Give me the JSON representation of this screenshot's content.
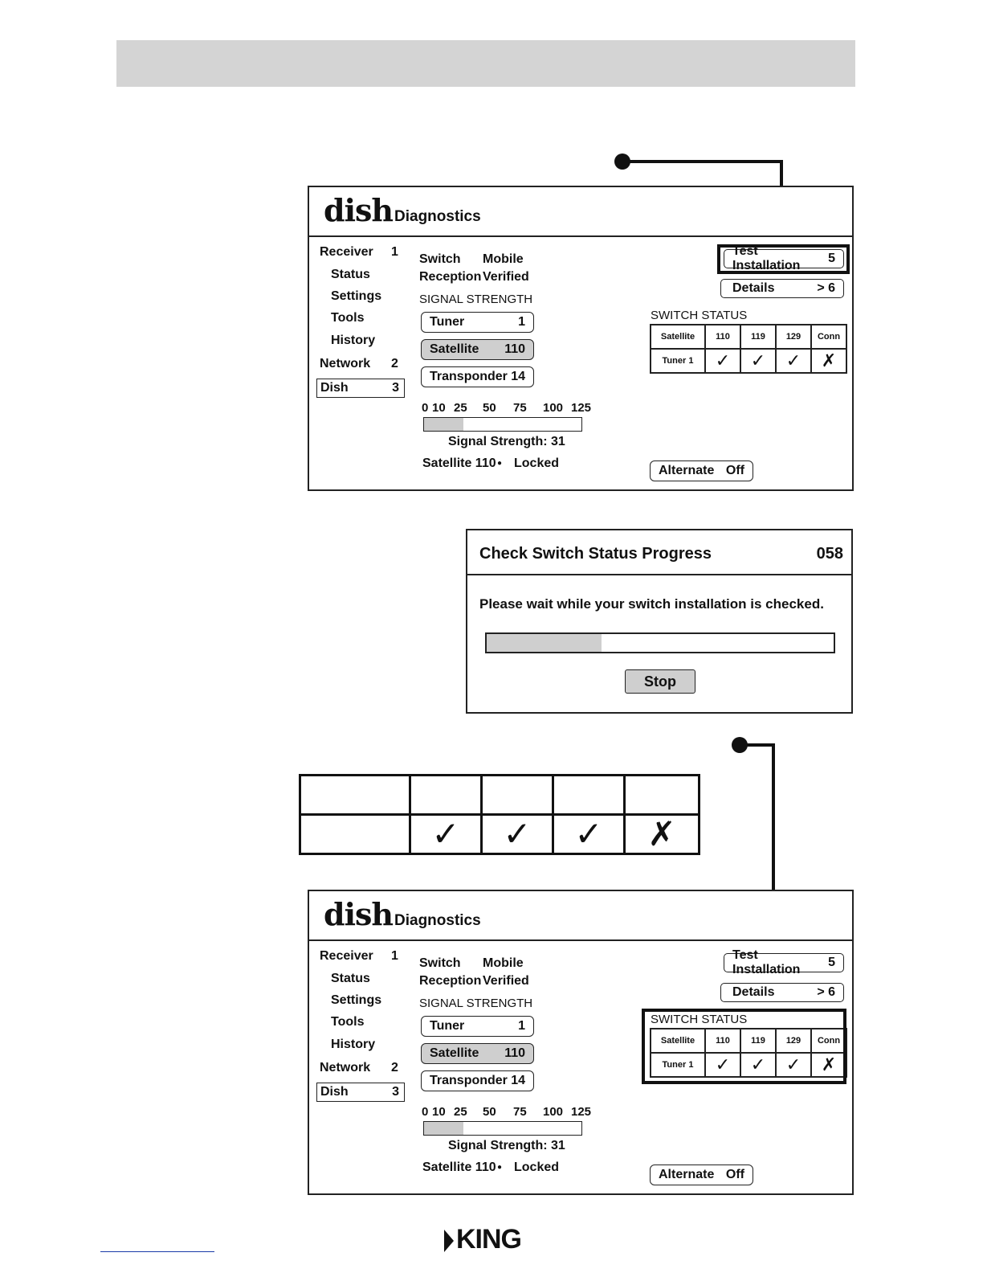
{
  "screens": [
    {
      "logo": "dish",
      "title": "Diagnostics",
      "nav": [
        {
          "label": "Receiver",
          "num": "1"
        },
        {
          "label": "Status",
          "num": ""
        },
        {
          "label": "Settings",
          "num": ""
        },
        {
          "label": "Tools",
          "num": ""
        },
        {
          "label": "History",
          "num": ""
        },
        {
          "label": "Network",
          "num": "2"
        },
        {
          "label": "Dish",
          "num": "3"
        }
      ],
      "switch_label": "Switch",
      "switch_value": "Mobile",
      "reception_label": "Reception",
      "reception_value": "Verified",
      "signal_strength_heading": "SIGNAL STRENGTH",
      "tuner": {
        "label": "Tuner",
        "value": "1"
      },
      "satellite": {
        "label": "Satellite",
        "value": "110"
      },
      "transponder": {
        "label": "Transponder",
        "value": "14"
      },
      "scale": [
        "0",
        "10",
        "25",
        "50",
        "75",
        "100",
        "125"
      ],
      "signal_strength_value": 31,
      "signal_strength_text": "Signal Strength: 31",
      "sat_status_left": "Satellite 110",
      "sat_status_bullet": "●",
      "sat_status_right": "Locked",
      "test_installation": {
        "label": "Test Installation",
        "value": "5"
      },
      "details": {
        "label": "Details",
        "value": "> 6"
      },
      "switch_status_heading": "SWITCH STATUS",
      "switch_table": {
        "headers": [
          "Satellite",
          "110",
          "119",
          "129",
          "Conn"
        ],
        "row_label": "Tuner 1",
        "marks": [
          "✓",
          "✓",
          "✓",
          "✗"
        ]
      },
      "alternate": {
        "label": "Alternate",
        "value": "Off"
      },
      "highlight": "test-installation"
    },
    {
      "logo": "dish",
      "title": "Diagnostics",
      "nav": [
        {
          "label": "Receiver",
          "num": "1"
        },
        {
          "label": "Status",
          "num": ""
        },
        {
          "label": "Settings",
          "num": ""
        },
        {
          "label": "Tools",
          "num": ""
        },
        {
          "label": "History",
          "num": ""
        },
        {
          "label": "Network",
          "num": "2"
        },
        {
          "label": "Dish",
          "num": "3"
        }
      ],
      "switch_label": "Switch",
      "switch_value": "Mobile",
      "reception_label": "Reception",
      "reception_value": "Verified",
      "signal_strength_heading": "SIGNAL STRENGTH",
      "tuner": {
        "label": "Tuner",
        "value": "1"
      },
      "satellite": {
        "label": "Satellite",
        "value": "110"
      },
      "transponder": {
        "label": "Transponder",
        "value": "14"
      },
      "scale": [
        "0",
        "10",
        "25",
        "50",
        "75",
        "100",
        "125"
      ],
      "signal_strength_value": 31,
      "signal_strength_text": "Signal Strength: 31",
      "sat_status_left": "Satellite 110",
      "sat_status_bullet": "●",
      "sat_status_right": "Locked",
      "test_installation": {
        "label": "Test Installation",
        "value": "5"
      },
      "details": {
        "label": "Details",
        "value": "> 6"
      },
      "switch_status_heading": "SWITCH STATUS",
      "switch_table": {
        "headers": [
          "Satellite",
          "110",
          "119",
          "129",
          "Conn"
        ],
        "row_label": "Tuner 1",
        "marks": [
          "✓",
          "✓",
          "✓",
          "✗"
        ]
      },
      "alternate": {
        "label": "Alternate",
        "value": "Off"
      },
      "highlight": "switch-status"
    }
  ],
  "progress_dialog": {
    "title": "Check Switch Status Progress",
    "count": "058",
    "message": "Please wait while your switch installation is checked.",
    "progress_fraction": 0.33,
    "stop_label": "Stop"
  },
  "large_table": {
    "marks": [
      "✓",
      "✓",
      "✓",
      "✗"
    ]
  },
  "footer": {
    "brand": "KING"
  }
}
